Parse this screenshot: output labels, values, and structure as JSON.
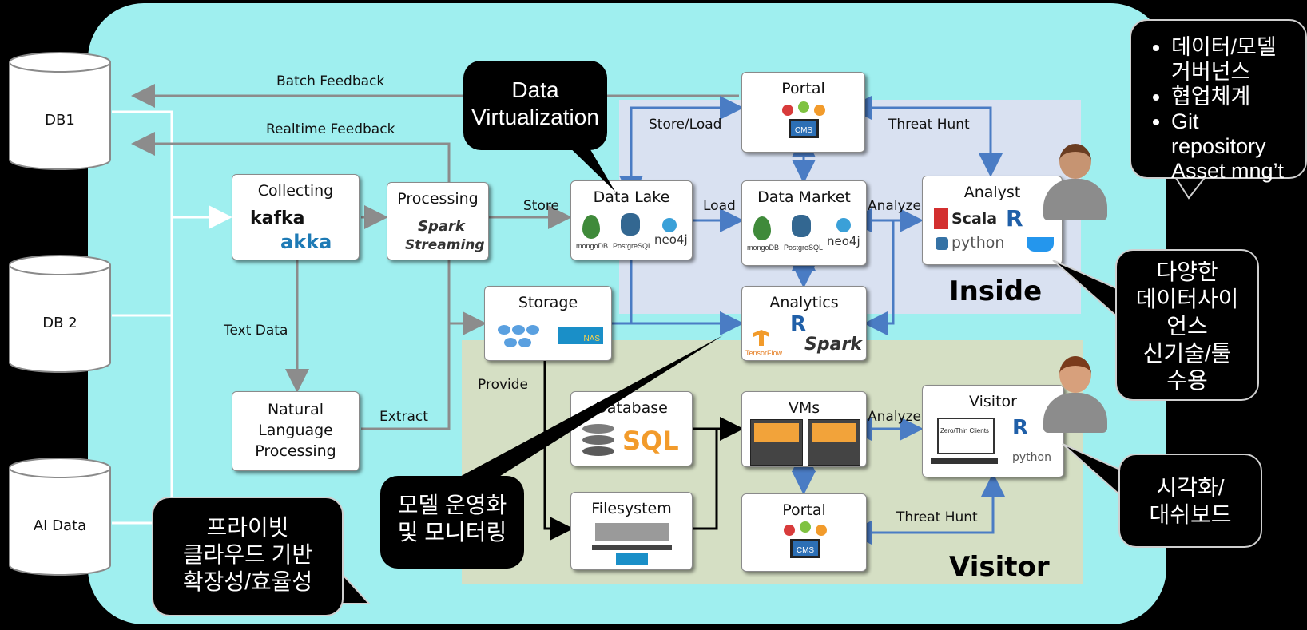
{
  "zones": {
    "inside": "Inside",
    "visitor": "Visitor"
  },
  "databases": [
    {
      "label": "DB1"
    },
    {
      "label": "DB 2"
    },
    {
      "label": "AI Data"
    }
  ],
  "nodes": {
    "collecting": {
      "title": "Collecting",
      "logos": [
        "kafka",
        "akka"
      ]
    },
    "processing": {
      "title": "Processing",
      "logos": [
        "Spark",
        "Streaming"
      ]
    },
    "data_lake": {
      "title": "Data Lake",
      "logos": [
        "mongoDB",
        "PostgreSQL",
        "neo4j"
      ]
    },
    "data_market": {
      "title": "Data Market",
      "logos": [
        "mongoDB",
        "PostgreSQL",
        "neo4j"
      ]
    },
    "portal_top": {
      "title": "Portal",
      "logos": [
        "CMS"
      ]
    },
    "analyst": {
      "title": "Analyst",
      "logos": [
        "Scala",
        "R",
        "python"
      ]
    },
    "storage": {
      "title": "Storage",
      "logos": [
        "NAS"
      ]
    },
    "analytics": {
      "title": "Analytics",
      "logos": [
        "R",
        "TensorFlow",
        "Spark"
      ]
    },
    "nlp": {
      "title_lines": [
        "Natural",
        "Language",
        "Processing"
      ]
    },
    "database": {
      "title": "Database",
      "logos": [
        "SQL"
      ]
    },
    "vms": {
      "title": "VMs"
    },
    "visitor": {
      "title": "Visitor",
      "logos": [
        "Zero/Thin Clients",
        "R",
        "python"
      ]
    },
    "filesystem": {
      "title": "Filesystem"
    },
    "portal_bottom": {
      "title": "Portal",
      "logos": [
        "CMS"
      ]
    }
  },
  "edges": {
    "batch_feedback": "Batch Feedback",
    "realtime_feedback": "Realtime Feedback",
    "store": "Store",
    "store_load": "Store/Load",
    "load": "Load",
    "threat_hunt_top": "Threat Hunt",
    "analyze_top": "Analyze",
    "text_data": "Text Data",
    "provide": "Provide",
    "extract": "Extract",
    "analyze_bottom": "Analyze",
    "threat_hunt_bottom": "Threat Hunt"
  },
  "callouts": {
    "data_virtualization": [
      "Data",
      "Virtualization"
    ],
    "governance": [
      "데이터/모델 거버넌스",
      "협업체계",
      "Git repository Asset mng’t"
    ],
    "data_science": [
      "다양한",
      "데이터사이",
      "언스",
      "신기술/툴",
      "수용"
    ],
    "visualization": [
      "시각화/",
      "대쉬보드"
    ],
    "model_ops": [
      "모델 운영화",
      "및 모니터링"
    ],
    "private_cloud": [
      "프라이빗",
      "클라우드 기반",
      "확장성/효율성"
    ]
  },
  "colors": {
    "background": "#000000",
    "platform": "#9fefef",
    "inside_zone": "#d9e1f1",
    "visitor_zone": "#d5dfc4",
    "blue_arrow": "#4a7cc4",
    "gray_arrow": "#8c8c8c"
  }
}
